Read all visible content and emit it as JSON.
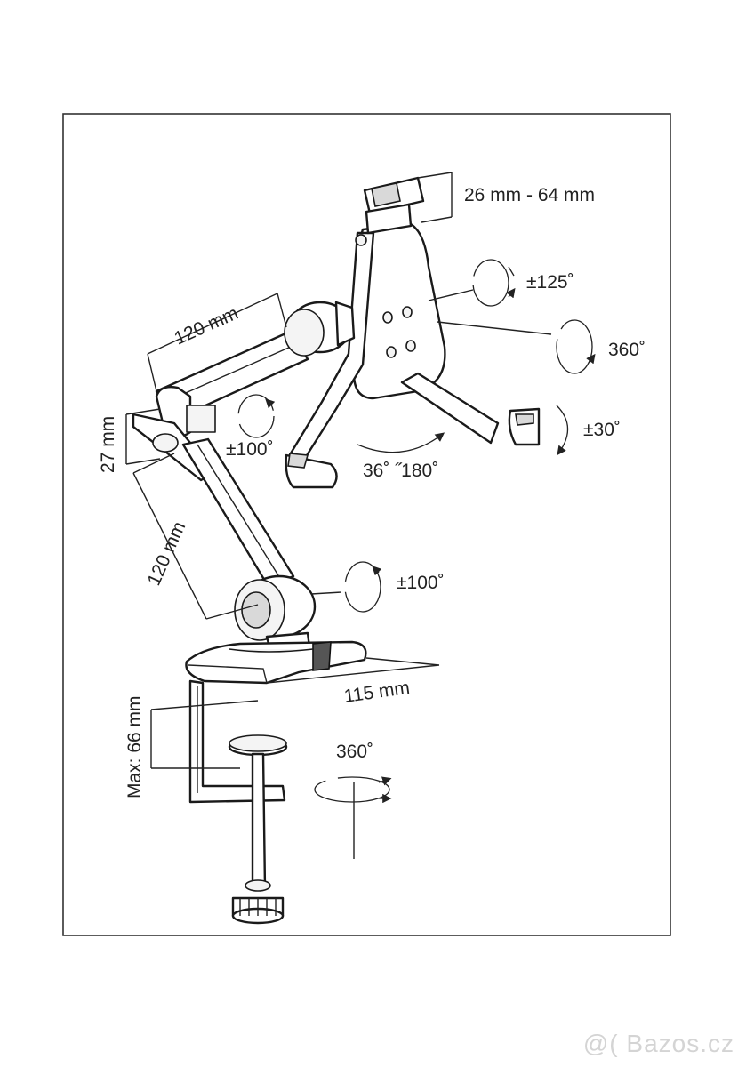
{
  "diagram": {
    "labels": {
      "grip_range": "26 mm - 64 mm",
      "tilt_holder": "±125˚",
      "rotation_holder": "360˚",
      "arm_length_upper": "120 mm",
      "arm_offset": "27 mm",
      "swivel_upper": "±100˚",
      "holder_swing": "36˚ ˝180˚",
      "foot_tilt": "±30˚",
      "arm_length_lower": "120 mm",
      "swivel_lower": "±100˚",
      "base_width": "115 mm",
      "clamp_max": "Max: 66 mm",
      "base_rotation": "360˚"
    }
  },
  "watermark": {
    "text": "@( Bazos.cz"
  }
}
